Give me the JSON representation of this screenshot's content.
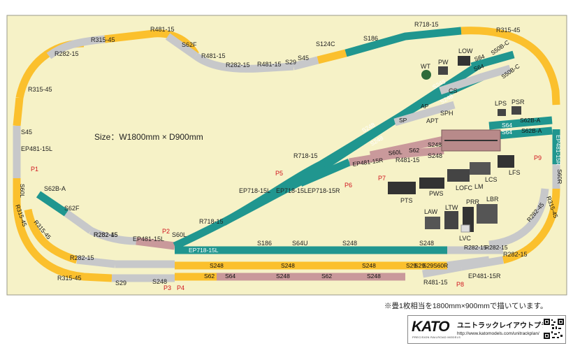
{
  "layout": {
    "size_text": "Size：W1800mm × D900mm",
    "footer_note": "※畳1枚相当を1800mm×900mmで描いています。",
    "brand": {
      "logo": "KATO",
      "subtitle": "PRECISION RAILROAD MODELS",
      "title": "ユニトラックレイアウトプラン",
      "url": "http://www.katomodels.com/unitrackplan/"
    }
  },
  "track_labels": [
    "R481-15",
    "S62F",
    "R315-45",
    "R282-15",
    "R481-15",
    "R282-15",
    "R481-15",
    "S29",
    "S45",
    "S124C",
    "S186",
    "R718-15",
    "R315-45",
    "R315-45",
    "S45",
    "EP481-15L",
    "S60L",
    "R315-45",
    "R315-45",
    "R282-15",
    "R282-15",
    "R315-45",
    "S29",
    "S62B-A",
    "S62F",
    "R282-45",
    "EP481-15L",
    "S60L",
    "R718-15",
    "EP718-15L",
    "R718-15",
    "EP718-15L",
    "EP718-15R",
    "S248",
    "S248",
    "S248",
    "S248",
    "SP",
    "AP",
    "SPH",
    "APT",
    "CS",
    "S64",
    "S64",
    "S50B-C",
    "S50B-C",
    "EP481-15R",
    "S60L",
    "S62",
    "S248",
    "R481-15",
    "S248",
    "S64",
    "S62B-A",
    "S64",
    "S62B-A",
    "EP481-15R",
    "S60R",
    "R282-45",
    "R315-45",
    "R282-15",
    "R282-15",
    "R282-15",
    "EP481-15R",
    "R481-15",
    "S60R",
    "S29",
    "S29",
    "S29",
    "S186",
    "S64U",
    "S248",
    "S248",
    "EP718-15L",
    "S248",
    "S248",
    "S248",
    "S248",
    "S62",
    "S64",
    "S248",
    "S62",
    "S248",
    "S248"
  ],
  "points": [
    "P1",
    "P2",
    "P3",
    "P4",
    "P5",
    "P6",
    "P7",
    "P8",
    "P9"
  ],
  "structures": [
    "WT",
    "PW",
    "LOW",
    "LPS",
    "PSR",
    "LFS",
    "LCS",
    "LM",
    "LOFC",
    "PWS",
    "PTS",
    "LAW",
    "LTW",
    "PRR",
    "LBR",
    "LVC"
  ],
  "colors": {
    "board": "#f6f2c7",
    "yellow": "#fbc02d",
    "grey": "#c7c8ca",
    "teal": "#20968f",
    "pink": "#c9999b",
    "point": "#d0141e"
  }
}
